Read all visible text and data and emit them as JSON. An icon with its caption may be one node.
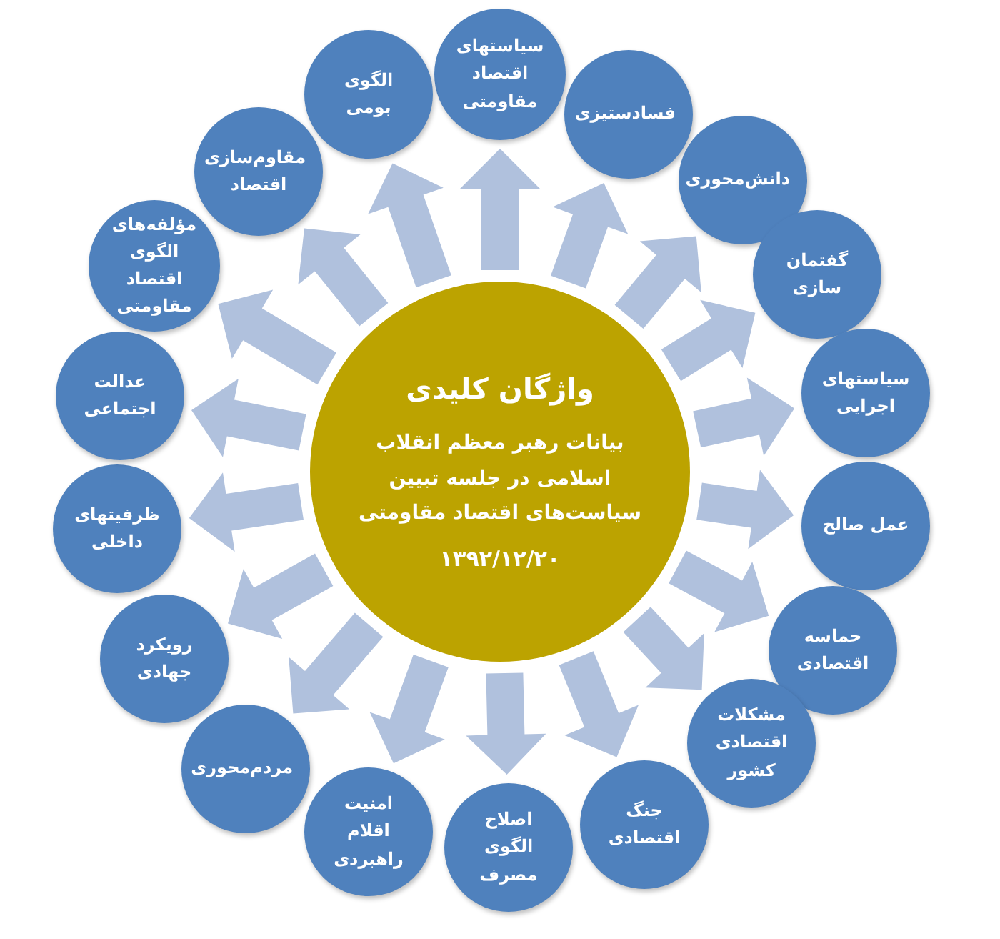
{
  "diagram": {
    "nodes": [
      {
        "text": [
          "واژگان کلیدی",
          "بیانات رهبر معظم انقلاب اسلامی در جلسه تبیین سیاست‌های اقتصاد مقاومتی",
          "۱۳۹۲/۱۲/۲۰"
        ]
      },
      {
        "text": [
          "سیاستهای اقتصاد مقاومتی"
        ]
      },
      {
        "text": [
          "فسادستیزی"
        ]
      },
      {
        "text": [
          "دانش‌محوری"
        ]
      },
      {
        "text": [
          "گفتمان سازی"
        ]
      },
      {
        "text": [
          "سیاستهای اجرایی"
        ]
      },
      {
        "text": [
          "عمل صالح"
        ]
      },
      {
        "text": [
          "حماسه اقتصادی"
        ]
      },
      {
        "text": [
          "مشکلات اقتصادی کشور"
        ]
      },
      {
        "text": [
          "جنگ اقتصادی"
        ]
      },
      {
        "text": [
          "اصلاح الگوی مصرف"
        ]
      },
      {
        "text": [
          "امنیت اقلام راهبردی"
        ]
      },
      {
        "text": [
          "مردم‌محوری"
        ]
      },
      {
        "text": [
          "رویکرد جهادی"
        ]
      },
      {
        "text": [
          "ظرفیتهای داخلی"
        ]
      },
      {
        "text": [
          "عدالت اجتماعی"
        ]
      },
      {
        "text": [
          "مؤلفه‌های الگوی اقتصاد مقاومتی"
        ]
      },
      {
        "text": [
          "مقاوم‌سازی اقتصاد"
        ]
      },
      {
        "text": [
          "الگوی بومی"
        ]
      }
    ],
    "edges": [
      {
        "from": 0,
        "to": 1,
        "arrow": "to"
      },
      {
        "from": 0,
        "to": 2,
        "arrow": "to"
      },
      {
        "from": 0,
        "to": 3,
        "arrow": "to"
      },
      {
        "from": 0,
        "to": 4,
        "arrow": "to"
      },
      {
        "from": 0,
        "to": 5,
        "arrow": "to"
      },
      {
        "from": 0,
        "to": 6,
        "arrow": "to"
      },
      {
        "from": 0,
        "to": 7,
        "arrow": "to"
      },
      {
        "from": 0,
        "to": 8,
        "arrow": "to"
      },
      {
        "from": 0,
        "to": 9,
        "arrow": "to"
      },
      {
        "from": 0,
        "to": 10,
        "arrow": "to"
      },
      {
        "from": 0,
        "to": 11,
        "arrow": "to"
      },
      {
        "from": 0,
        "to": 12,
        "arrow": "to"
      },
      {
        "from": 0,
        "to": 13,
        "arrow": "to"
      },
      {
        "from": 0,
        "to": 14,
        "arrow": "to"
      },
      {
        "from": 0,
        "to": 15,
        "arrow": "to"
      },
      {
        "from": 0,
        "to": 16,
        "arrow": "to"
      },
      {
        "from": 0,
        "to": 17,
        "arrow": "to"
      },
      {
        "from": 0,
        "to": 18,
        "arrow": "to"
      }
    ]
  }
}
